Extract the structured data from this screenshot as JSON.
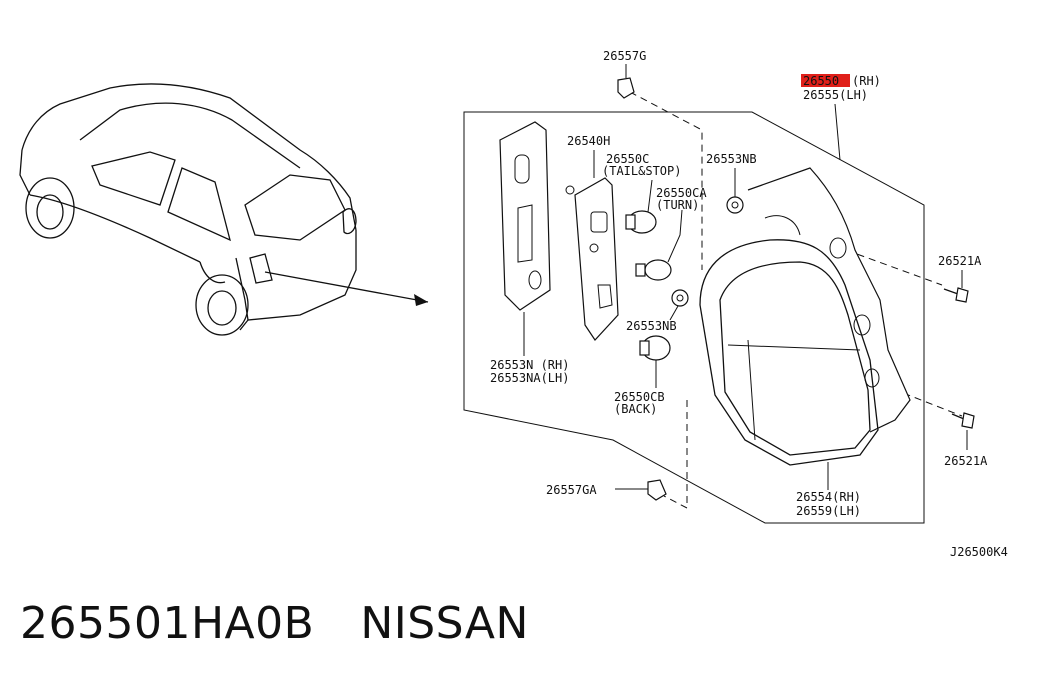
{
  "labels": {
    "p26557G": "26557G",
    "p26550_code": "26550",
    "p26550_rh": "(RH)",
    "p26555_lh": "26555(LH)",
    "p26540H": "26540H",
    "p26550C": "26550C",
    "p26550C_note": "(TAIL&STOP)",
    "p26550CA": "26550CA",
    "p26550CA_note": "(TURN)",
    "p26553NB_top": "26553NB",
    "p26553NB_mid": "26553NB",
    "p26521A_top": "26521A",
    "p26521A_bot": "26521A",
    "p26553N": "26553N  (RH)",
    "p26553NA": "26553NA(LH)",
    "p26550CB": "26550CB",
    "p26550CB_note": "(BACK)",
    "p26557GA": "26557GA",
    "p26554": "26554(RH)",
    "p26559": "26559(LH)",
    "diagram_code": "J26500K4"
  },
  "highlight_color": "#e0201a",
  "caption": {
    "part_number": "265501HA0B",
    "brand": "NISSAN"
  }
}
